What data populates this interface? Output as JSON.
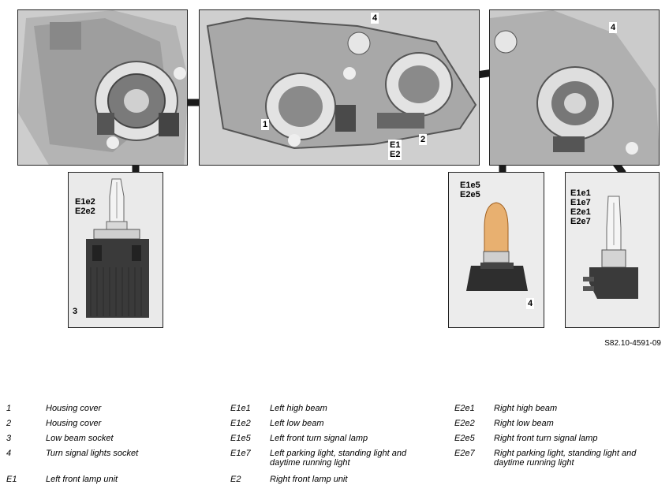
{
  "figure": {
    "callouts": {
      "c1": "1",
      "c2": "2",
      "c3": "3",
      "c4_top": "4",
      "c4_right": "4",
      "c4_bulb": "4",
      "e1_e2": "E1\nE2",
      "e1e2_e2e2": "E1e2\nE2e2",
      "e1e5_e2e5": "E1e5\nE2e5",
      "e1e1_group": "E1e1\nE1e7\nE2e1\nE2e7"
    },
    "reference": "S82.10-4591-09"
  },
  "legend": [
    [
      {
        "code": "1",
        "desc": "Housing cover"
      },
      {
        "code": "E1e1",
        "desc": "Left high beam"
      },
      {
        "code": "E2e1",
        "desc": "Right high beam"
      }
    ],
    [
      {
        "code": "2",
        "desc": "Housing cover"
      },
      {
        "code": "E1e2",
        "desc": "Left low beam"
      },
      {
        "code": "E2e2",
        "desc": "Right low beam"
      }
    ],
    [
      {
        "code": "3",
        "desc": "Low beam socket"
      },
      {
        "code": "E1e5",
        "desc": "Left front turn signal lamp"
      },
      {
        "code": "E2e5",
        "desc": "Right front turn signal lamp"
      }
    ],
    [
      {
        "code": "4",
        "desc": "Turn signal lights socket"
      },
      {
        "code": "E1e7",
        "desc": "Left parking light, standing light and daytime running light"
      },
      {
        "code": "E2e7",
        "desc": "Right parking light, standing light and daytime running light"
      }
    ],
    [
      {
        "code": "E1",
        "desc": "Left front lamp unit"
      },
      {
        "code": "E2",
        "desc": "Right front lamp unit"
      },
      {
        "code": "",
        "desc": ""
      }
    ]
  ]
}
